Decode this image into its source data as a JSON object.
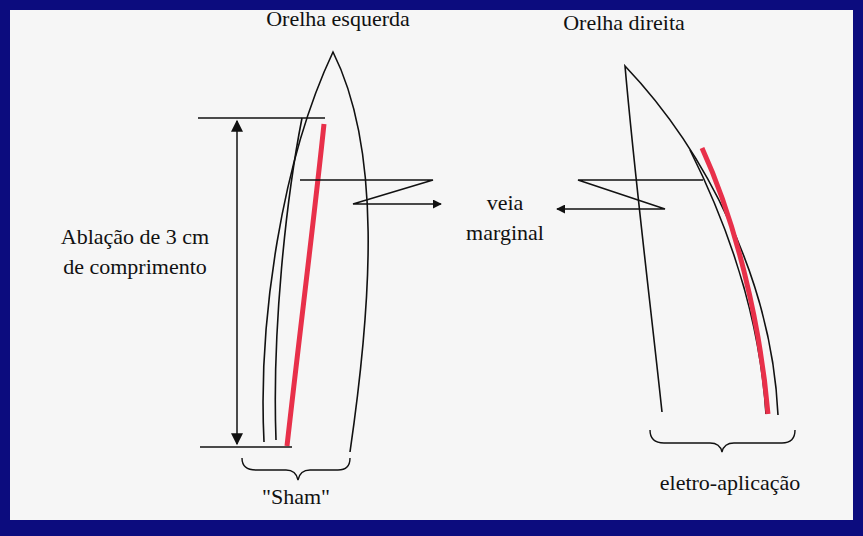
{
  "diagram": {
    "labels": [
      "Orelha esquerda",
      "Orelha direita",
      "Ablação de 3 cm de comprimento",
      "veia marginal",
      "\"Sham\"",
      "eletro-aplicação"
    ]
  }
}
